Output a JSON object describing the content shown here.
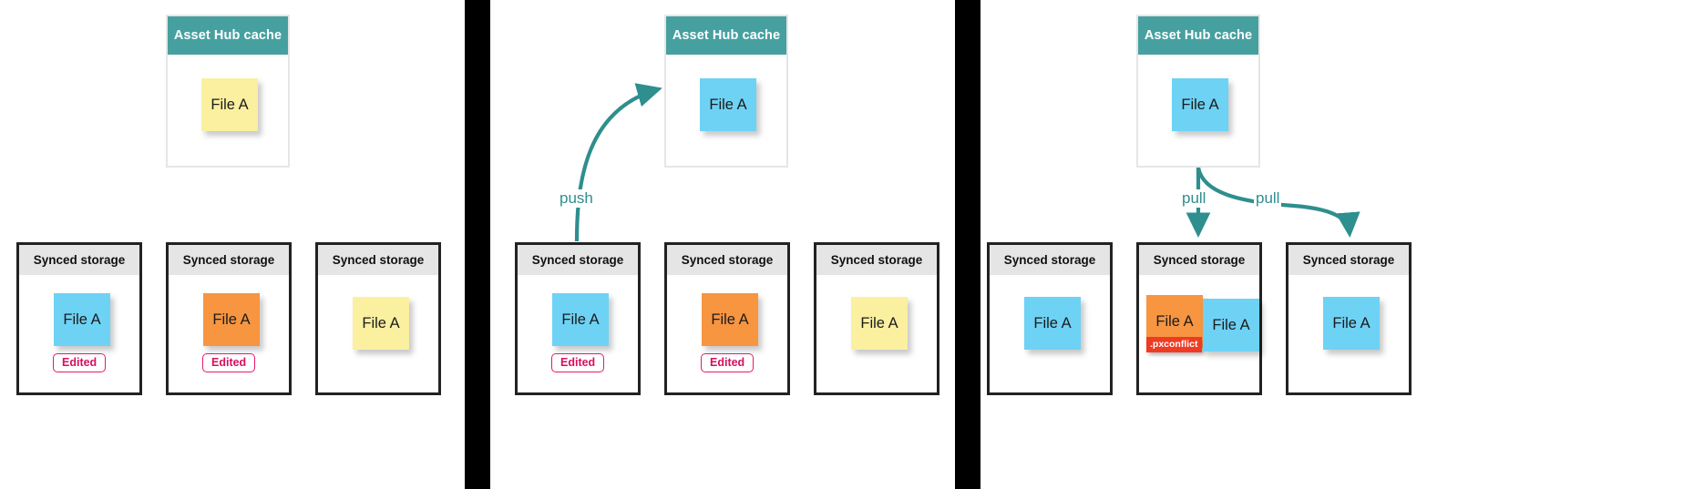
{
  "meta": {
    "title": "Asset Hub cache push / pull sync diagram",
    "panel_count": 3
  },
  "labels": {
    "hub_title": "Asset Hub cache",
    "store_title": "Synced storage",
    "file_label": "File A",
    "edited_badge": "Edited",
    "conflict_badge": ".pxconflict",
    "push_label": "push",
    "pull_label": "pull"
  },
  "colors": {
    "hub_header": "#47a0a0",
    "store_header": "#e5e5e5",
    "store_border": "#222222",
    "sticky_yellow": "#faf0a0",
    "sticky_blue": "#6ed2f5",
    "sticky_orange": "#f79541",
    "edited_pink": "#d6115f",
    "conflict_red": "#ef3b23",
    "arrow_teal": "#2f8e8e",
    "divider_black": "#000000",
    "background": "#ffffff"
  },
  "panels": [
    {
      "id": "panel-1",
      "hub": {
        "title": "Asset Hub cache",
        "files": [
          {
            "label": "File A",
            "color": "yellow",
            "badge": null
          }
        ]
      },
      "stores": [
        {
          "title": "Synced storage",
          "files": [
            {
              "label": "File A",
              "color": "blue",
              "badge": "Edited"
            }
          ]
        },
        {
          "title": "Synced storage",
          "files": [
            {
              "label": "File A",
              "color": "orange",
              "badge": "Edited"
            }
          ]
        },
        {
          "title": "Synced storage",
          "files": [
            {
              "label": "File A",
              "color": "yellow",
              "badge": null
            }
          ]
        }
      ],
      "arrows": []
    },
    {
      "id": "panel-2",
      "hub": {
        "title": "Asset Hub cache",
        "files": [
          {
            "label": "File A",
            "color": "blue",
            "badge": null
          }
        ]
      },
      "stores": [
        {
          "title": "Synced storage",
          "files": [
            {
              "label": "File A",
              "color": "blue",
              "badge": "Edited"
            }
          ]
        },
        {
          "title": "Synced storage",
          "files": [
            {
              "label": "File A",
              "color": "orange",
              "badge": "Edited"
            }
          ]
        },
        {
          "title": "Synced storage",
          "files": [
            {
              "label": "File A",
              "color": "yellow",
              "badge": null
            }
          ]
        }
      ],
      "arrows": [
        {
          "label": "push",
          "direction": "store-to-hub"
        }
      ]
    },
    {
      "id": "panel-3",
      "hub": {
        "title": "Asset Hub cache",
        "files": [
          {
            "label": "File A",
            "color": "blue",
            "badge": null
          }
        ]
      },
      "stores": [
        {
          "title": "Synced storage",
          "files": [
            {
              "label": "File A",
              "color": "blue",
              "badge": null
            }
          ]
        },
        {
          "title": "Synced storage",
          "files": [
            {
              "label": "File A",
              "color": "orange",
              "badge": ".pxconflict"
            },
            {
              "label": "File A",
              "color": "blue",
              "badge": null
            }
          ]
        },
        {
          "title": "Synced storage",
          "files": [
            {
              "label": "File A",
              "color": "blue",
              "badge": null
            }
          ]
        }
      ],
      "arrows": [
        {
          "label": "pull",
          "direction": "hub-to-store"
        },
        {
          "label": "pull",
          "direction": "hub-to-store"
        }
      ]
    }
  ]
}
